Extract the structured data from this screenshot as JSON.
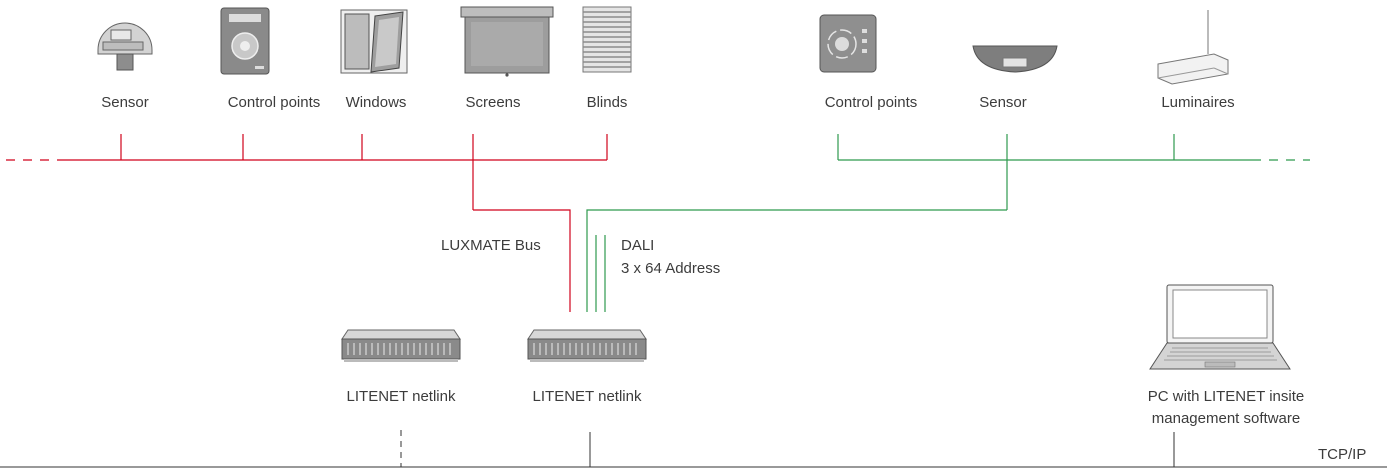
{
  "colors": {
    "luxmate_bus": "#d0021b",
    "dali": "#2e9a4e",
    "tcpip": "#333333",
    "device_stroke": "#666666",
    "device_fill": "#cfcfcf"
  },
  "devices_left": [
    {
      "label": "Sensor",
      "icon": "dome-sensor-icon"
    },
    {
      "label": "Control points",
      "icon": "control-point-panel-icon"
    },
    {
      "label": "Windows",
      "icon": "window-icon"
    },
    {
      "label": "Screens",
      "icon": "screen-icon"
    },
    {
      "label": "Blinds",
      "icon": "blinds-icon"
    }
  ],
  "devices_right": [
    {
      "label": "Control points",
      "icon": "control-point-rotary-icon"
    },
    {
      "label": "Sensor",
      "icon": "ceiling-sensor-icon"
    },
    {
      "label": "Luminaires",
      "icon": "pendant-luminaire-icon"
    }
  ],
  "bus_labels": {
    "luxmate": "LUXMATE Bus",
    "dali_line1": "DALI",
    "dali_line2": "3 x 64 Address"
  },
  "controllers": [
    {
      "label": "LITENET netlink",
      "icon": "netlink-controller-icon"
    },
    {
      "label": "LITENET netlink",
      "icon": "netlink-controller-icon"
    }
  ],
  "pc": {
    "label_line1": "PC with LITENET insite",
    "label_line2": "management software",
    "icon": "laptop-icon"
  },
  "network_label": "TCP/IP"
}
